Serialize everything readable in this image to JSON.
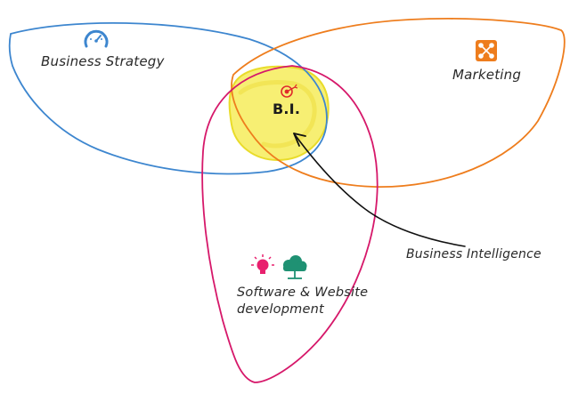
{
  "diagram": {
    "labels": {
      "business_strategy": "Business Strategy",
      "marketing": "Marketing",
      "bi": "B.I.",
      "business_intelligence": "Business Intelligence",
      "software_line1": "Software & Website",
      "software_line2": "development"
    },
    "icons": {
      "strategy": "speedometer-icon",
      "marketing": "network-nodes-icon",
      "bi": "target-icon",
      "software_a": "lightbulb-icon",
      "software_b": "cloud-network-icon"
    },
    "colors": {
      "business_strategy": "#3d86cf",
      "marketing": "#ee7d1d",
      "software": "#d6186a",
      "bi_fill": "#f6ec5a",
      "arrow": "#111111",
      "bulb": "#e8206e",
      "cloud": "#1f9173"
    }
  }
}
